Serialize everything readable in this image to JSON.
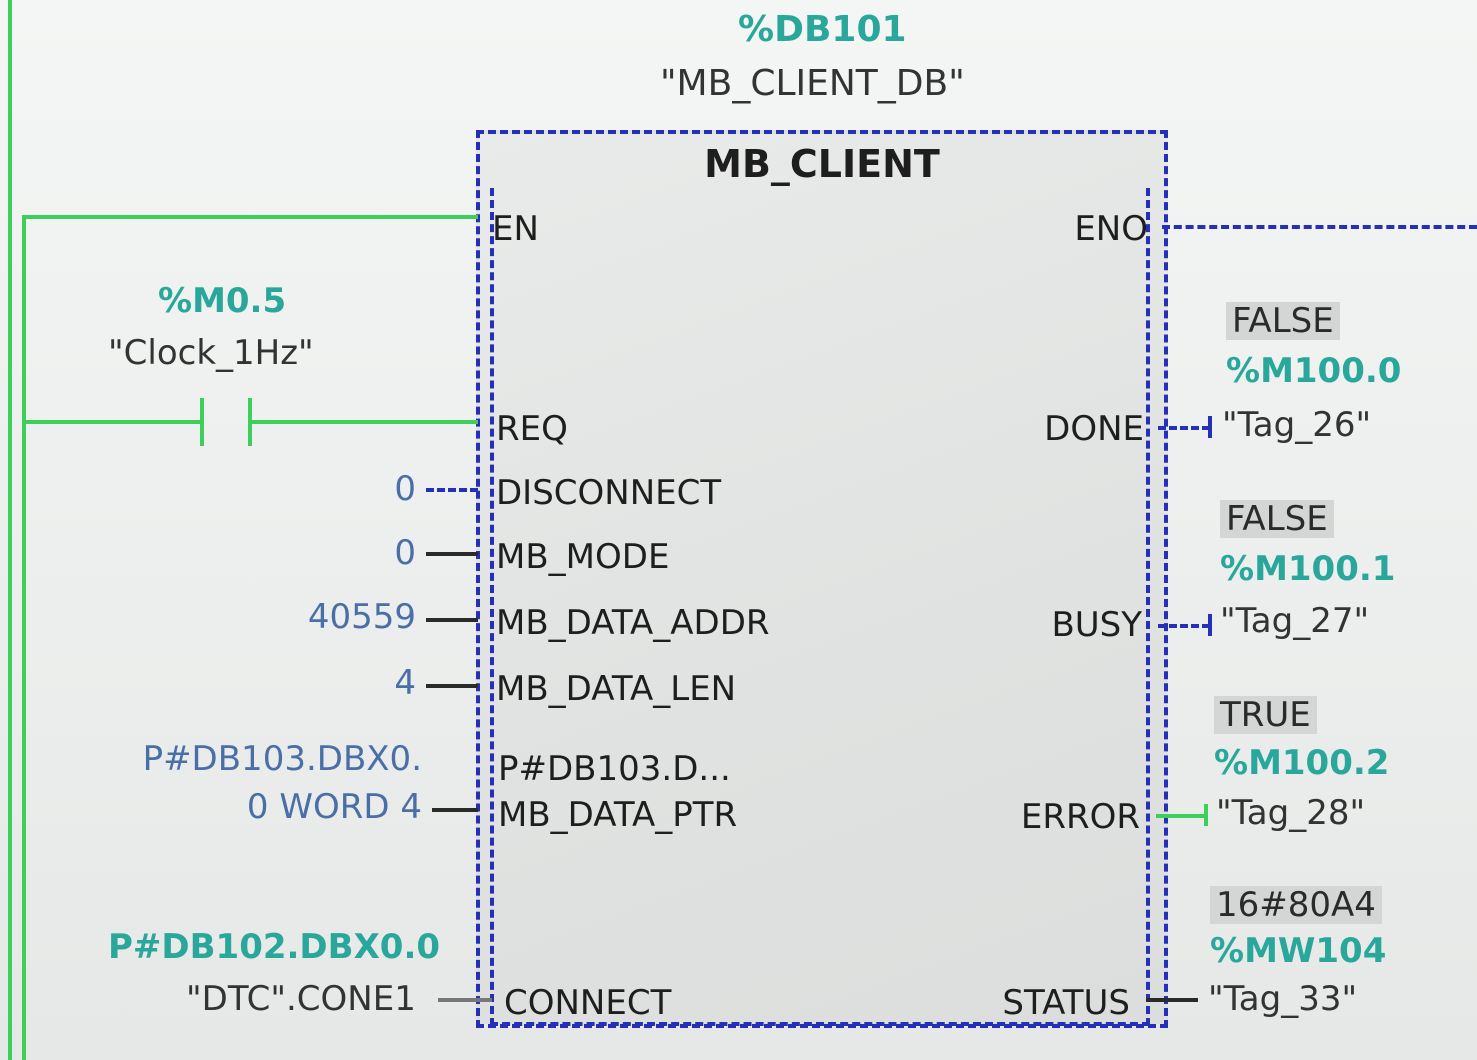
{
  "instance": {
    "address": "%DB101",
    "name": "\"MB_CLIENT_DB\""
  },
  "block": {
    "title": "MB_CLIENT"
  },
  "inputs": {
    "en": "EN",
    "req": "REQ",
    "disconnect": "DISCONNECT",
    "mb_mode": "MB_MODE",
    "mb_data_addr": "MB_DATA_ADDR",
    "mb_data_len": "MB_DATA_LEN",
    "mb_data_ptr_preview": "P#DB103.D...",
    "mb_data_ptr": "MB_DATA_PTR",
    "connect": "CONNECT"
  },
  "outputs": {
    "eno": "ENO",
    "done": "DONE",
    "busy": "BUSY",
    "error": "ERROR",
    "status": "STATUS"
  },
  "req_contact": {
    "address": "%M0.5",
    "symbol": "\"Clock_1Hz\""
  },
  "input_values": {
    "disconnect": "0",
    "mb_mode": "0",
    "mb_data_addr": "40559",
    "mb_data_len": "4",
    "mb_data_ptr_line1": "P#DB103.DBX0.",
    "mb_data_ptr_line2": "0 WORD 4",
    "connect_address": "P#DB102.DBX0.0",
    "connect_symbol": "\"DTC\".CONE1"
  },
  "output_tags": {
    "done": {
      "monitor": "FALSE",
      "address": "%M100.0",
      "symbol": "\"Tag_26\""
    },
    "busy": {
      "monitor": "FALSE",
      "address": "%M100.1",
      "symbol": "\"Tag_27\""
    },
    "error": {
      "monitor": "TRUE",
      "address": "%M100.2",
      "symbol": "\"Tag_28\""
    },
    "status": {
      "monitor": "16#80A4",
      "address": "%MW104",
      "symbol": "\"Tag_33\""
    }
  },
  "colors": {
    "power_flow": "#3ccf5a",
    "no_flow": "#2430b8",
    "address": "#2aa79b",
    "constant": "#4a6fa8"
  }
}
